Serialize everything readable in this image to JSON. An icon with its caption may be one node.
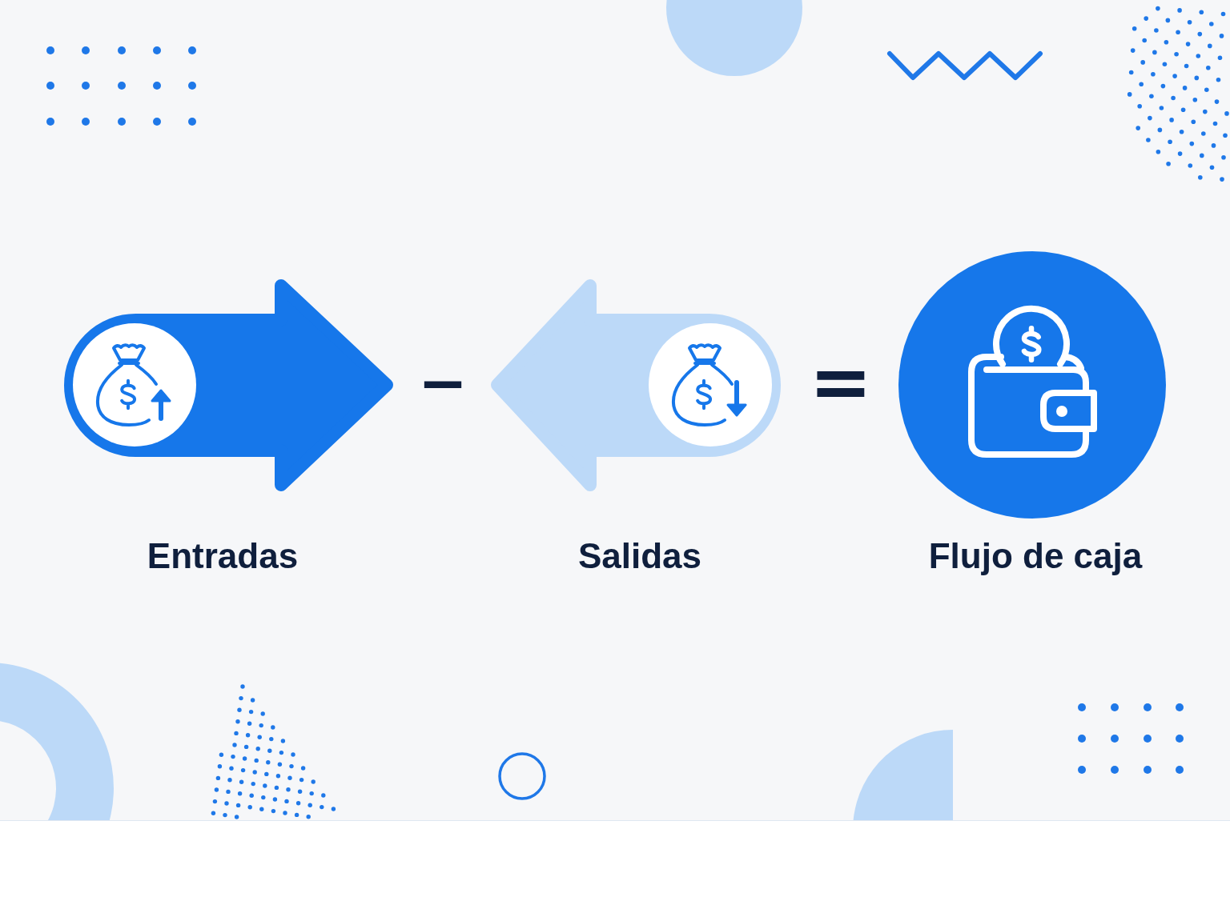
{
  "diagram": {
    "nodes": [
      {
        "text": [
          "Entradas"
        ]
      },
      {
        "text": [
          "Salidas"
        ]
      },
      {
        "text": [
          "Flujo de caja"
        ]
      }
    ],
    "labels": [
      "−",
      "="
    ]
  }
}
